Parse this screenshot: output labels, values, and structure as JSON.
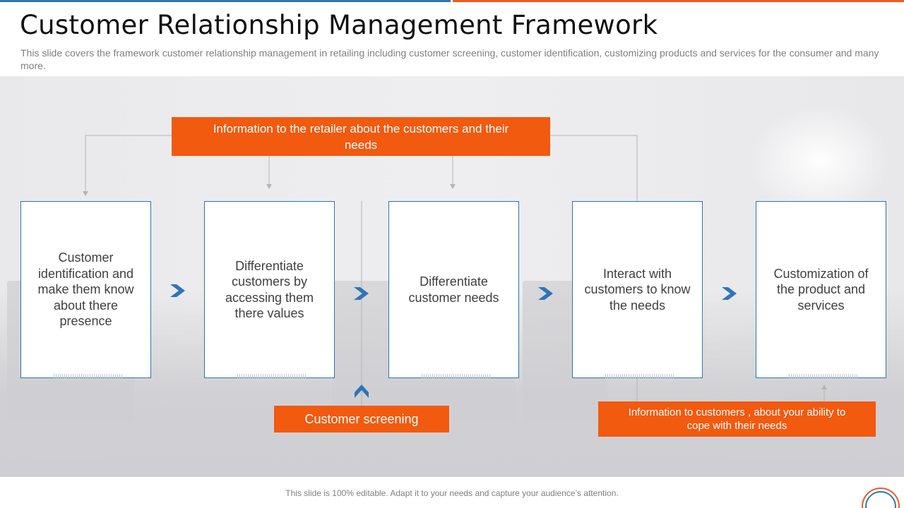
{
  "slide": {
    "title": "Customer Relationship Management Framework",
    "subtitle": "This slide covers the framework customer relationship management in retailing including customer screening, customer identification, customizing products and services for the consumer and many more.",
    "footer": "This slide is 100% editable. Adapt it to your needs and capture your audience’s attention."
  },
  "steps": [
    "Customer identification and make them know about there presence",
    "Differentiate customers by accessing them there values",
    "Differentiate customer needs",
    "Interact with customers to know the needs",
    "Customization of the product and services"
  ],
  "callouts": {
    "retailer_info": "Information to the retailer about the customers and their needs",
    "screening": "Customer screening",
    "customer_info": "Information to customers , about your ability to cope with their needs"
  },
  "colors": {
    "accent_blue": "#2e75b6",
    "accent_orange": "#f15a0f"
  },
  "icons": {
    "flow_arrow": "chevron-right-icon",
    "screening_arrow": "chevron-up-icon",
    "corner_logo": "circle-logo-icon"
  }
}
